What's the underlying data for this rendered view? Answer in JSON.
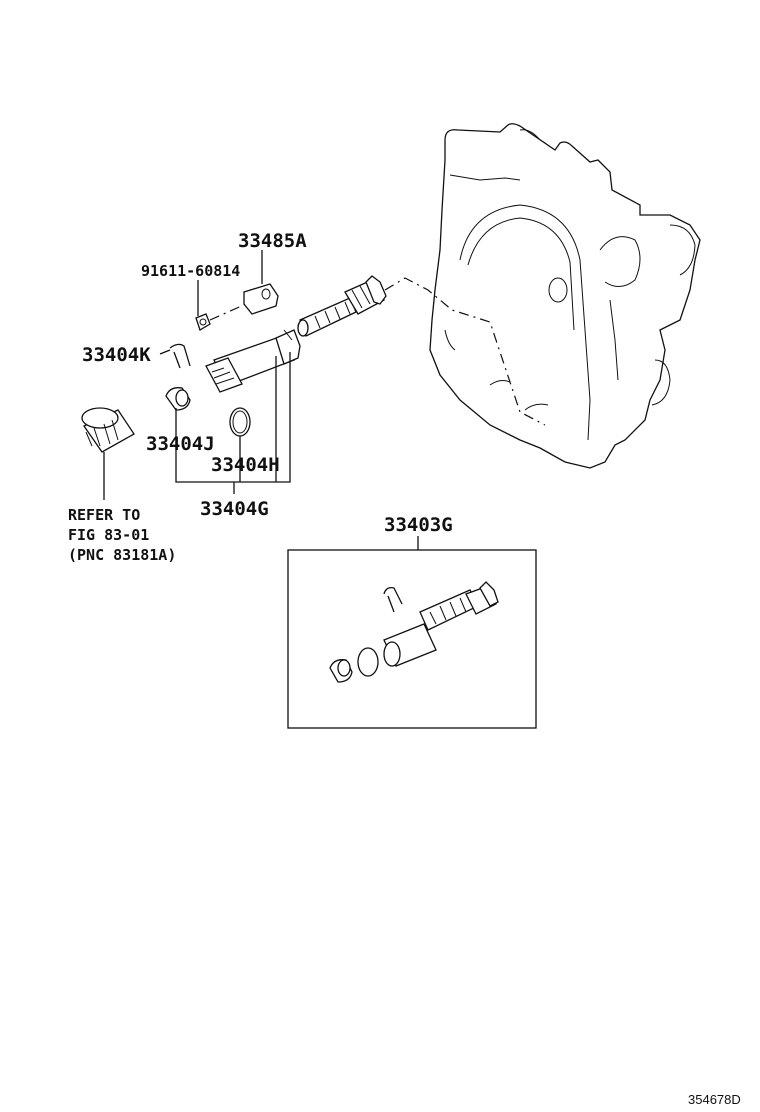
{
  "labels": {
    "p33485A": "33485A",
    "p91611": "91611-60814",
    "p33404K": "33404K",
    "p33404J": "33404J",
    "p33404H": "33404H",
    "p33404G": "33404G",
    "p33403G": "33403G"
  },
  "note": {
    "line1": "REFER TO",
    "line2": "FIG 83-01",
    "line3": "(PNC 83181A)"
  },
  "drawing_code": "354678D",
  "icons": {
    "housing": "transmission-case-icon",
    "gear": "driven-gear-shaft-icon",
    "sleeve": "sleeve-icon",
    "clip": "retaining-clip-icon",
    "seal": "oil-seal-icon",
    "oring": "o-ring-icon",
    "bolt": "bolt-icon",
    "plate": "lock-plate-icon",
    "filter": "filter-icon"
  }
}
